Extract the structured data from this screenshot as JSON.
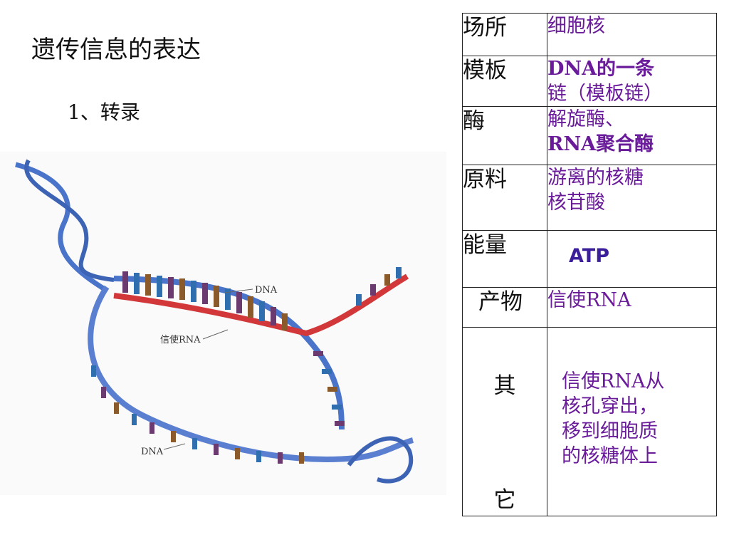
{
  "title": "遗传信息的表达",
  "subtitle": "1、转录",
  "figure": {
    "label_dna_top": "DNA",
    "label_mrna": "信使RNA",
    "label_dna_bottom": "DNA"
  },
  "table": {
    "rows": [
      {
        "key": "场所",
        "value": "细胞核"
      },
      {
        "key": "模板",
        "value_line1": "DNA的一条",
        "value_line2": "链（模板链）"
      },
      {
        "key": "酶",
        "value_line1": "解旋酶、",
        "value_line2": "RNA聚合酶"
      },
      {
        "key": "原料",
        "value_line1": "游离的核糖",
        "value_line2": "核苷酸"
      },
      {
        "key": "能量",
        "value": "ATP"
      },
      {
        "key": "产物",
        "value": "信使RNA"
      },
      {
        "key_part1": "其",
        "key_part2": "它",
        "value_line1": "信使RNA从",
        "value_line2": "核孔穿出，",
        "value_line3": "移到细胞质",
        "value_line4": "的核糖体上"
      }
    ]
  },
  "colors": {
    "dna_strand": "#4a74c9",
    "rna_strand": "#d2383a",
    "value_text": "#6a1b9a"
  }
}
